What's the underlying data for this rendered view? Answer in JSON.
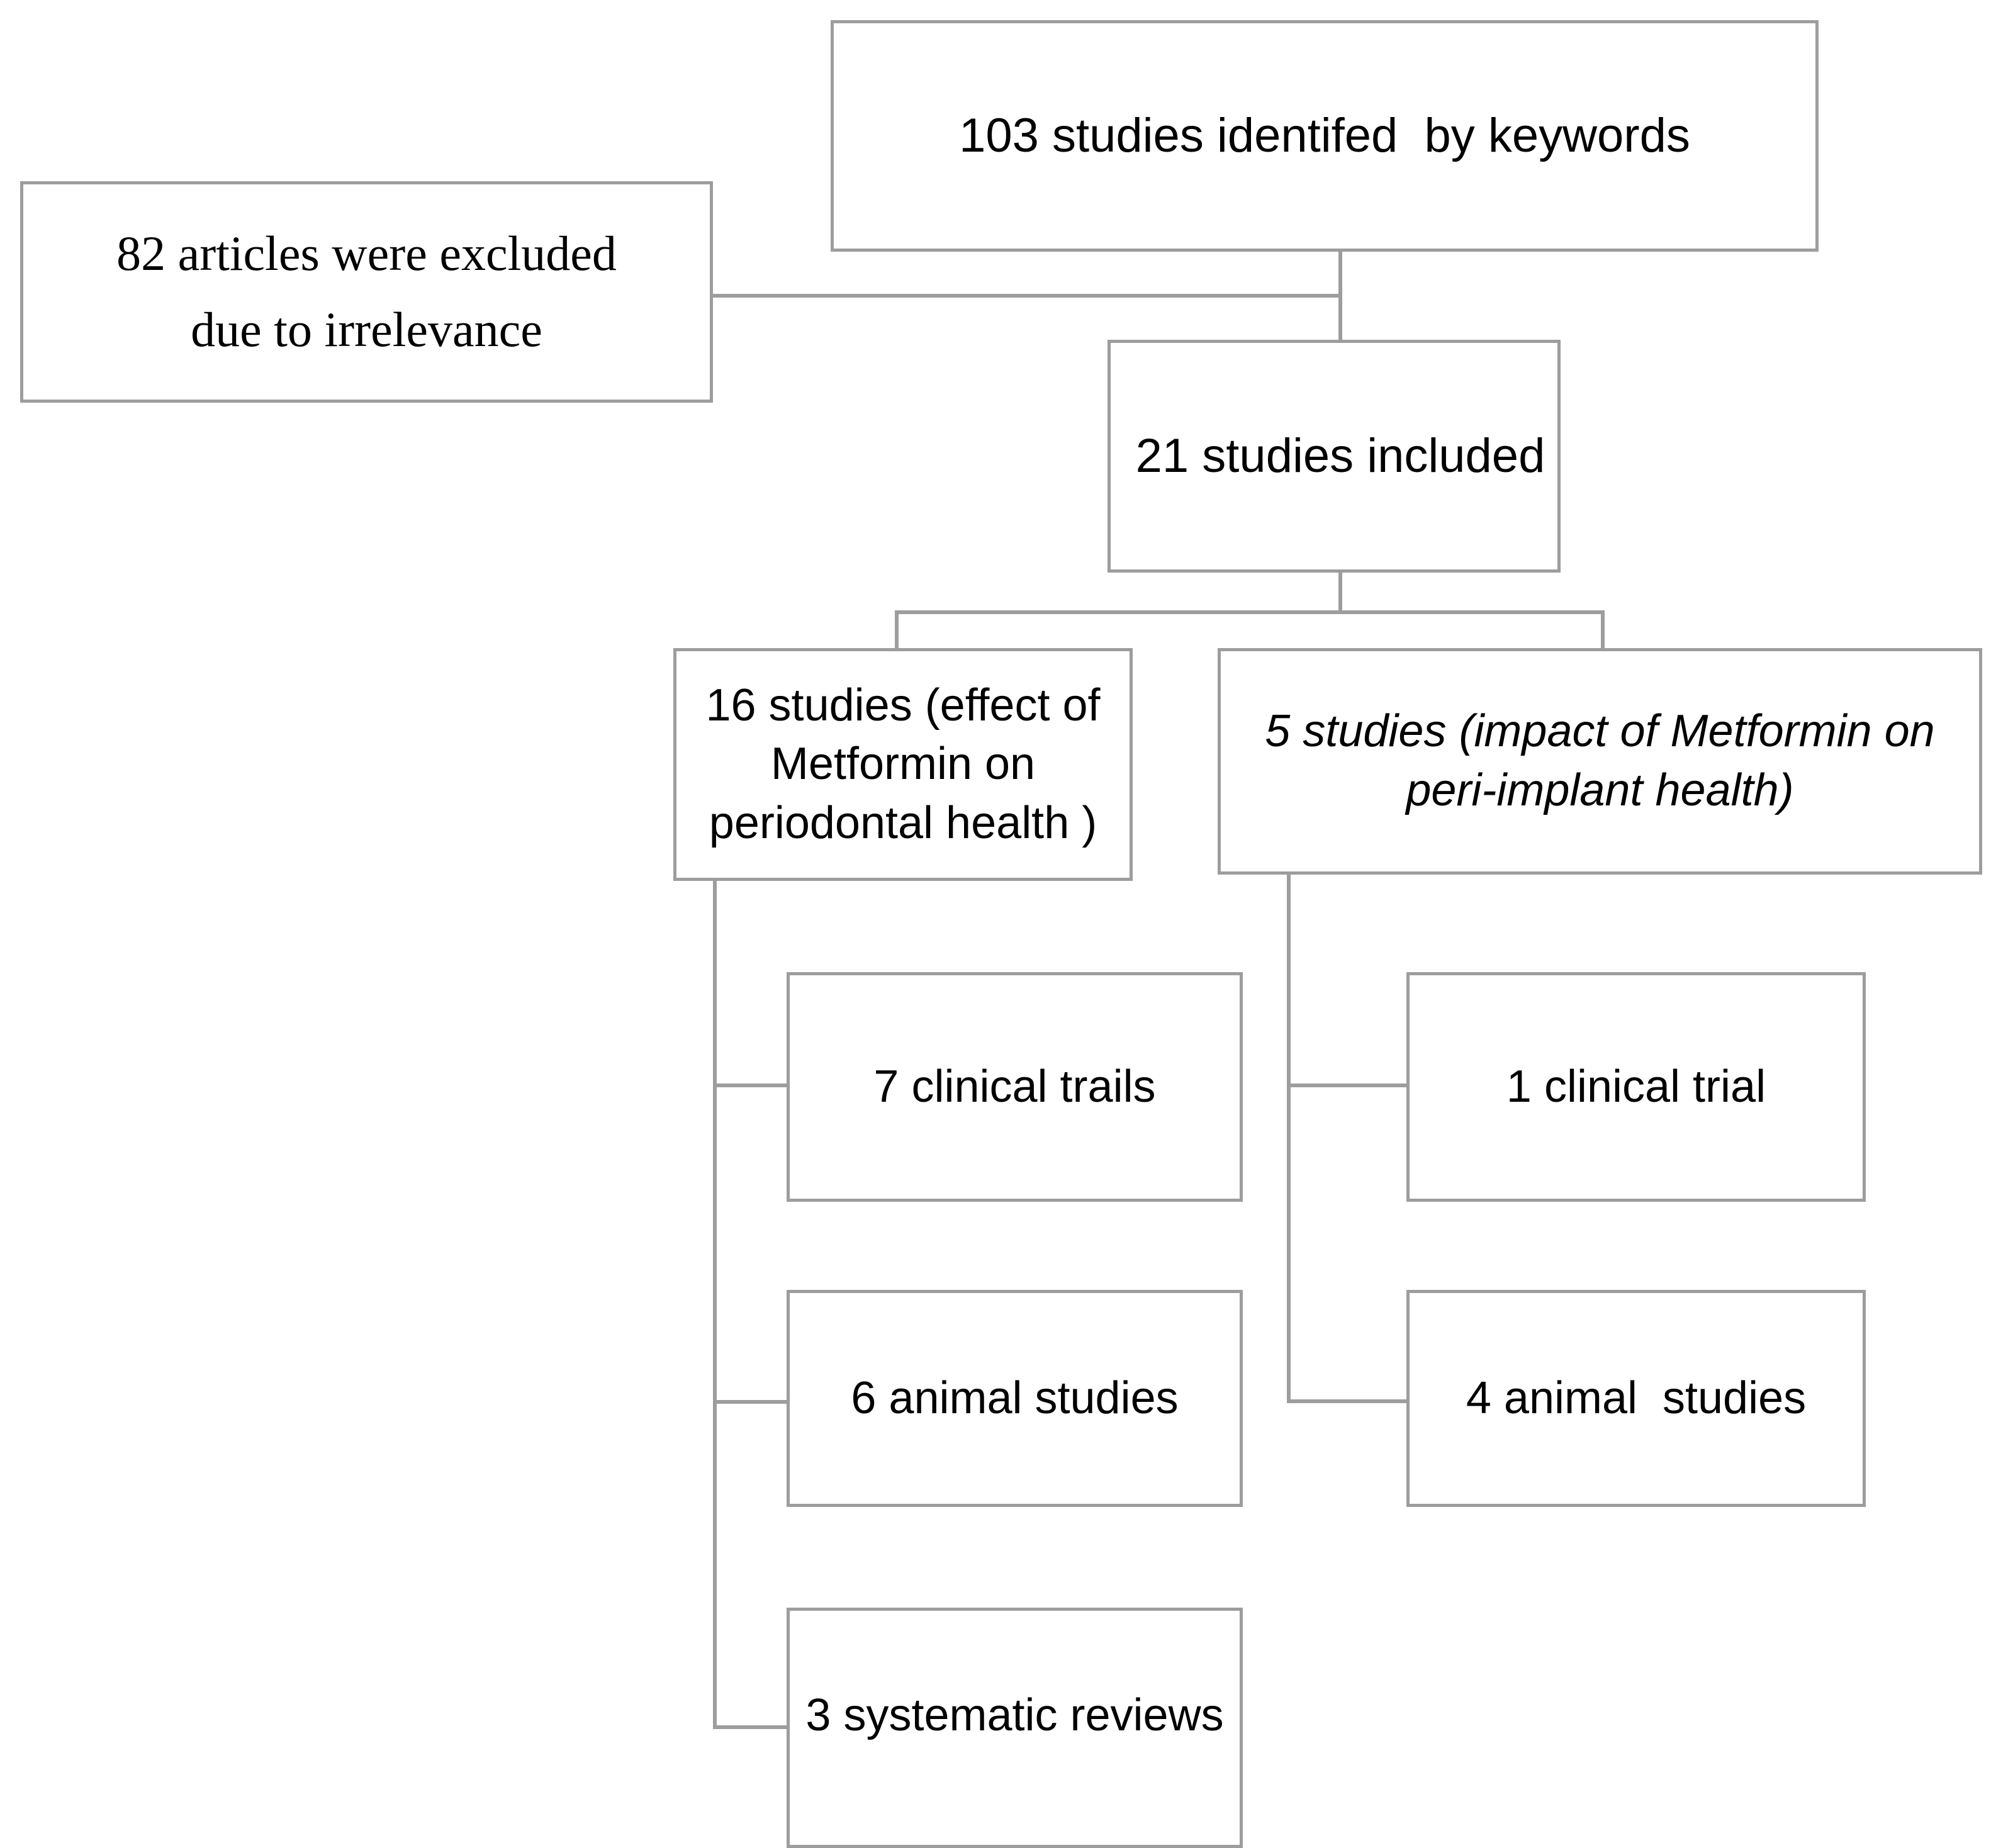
{
  "diagram": {
    "type": "flowchart",
    "title": "Study selection flowchart",
    "border_color": "#9d9d9d",
    "background_color": "#ffffff",
    "text_color": "#000000",
    "nodes": {
      "identified": "103 studies identifed  by keywords",
      "excluded": "82 articles were excluded\ndue to irrelevance",
      "included": "21 studies included",
      "periodontal": "16 studies (effect of Metformin on periodontal health )",
      "periimplant": "5 studies (impact of Metformin on peri-implant health)",
      "clinical_trials_left": "7 clinical trails",
      "clinical_trial_right": "1 clinical trial",
      "animal_left": "6 animal studies",
      "animal_right": "4 animal  studies",
      "systematic_reviews": "3 systematic reviews"
    },
    "edges": [
      {
        "from": "identified",
        "to": "included"
      },
      {
        "from": "identified",
        "to": "excluded"
      },
      {
        "from": "included",
        "to": "periodontal"
      },
      {
        "from": "included",
        "to": "periimplant"
      },
      {
        "from": "periodontal",
        "to": "clinical_trials_left"
      },
      {
        "from": "periodontal",
        "to": "animal_left"
      },
      {
        "from": "periodontal",
        "to": "systematic_reviews"
      },
      {
        "from": "periimplant",
        "to": "clinical_trial_right"
      },
      {
        "from": "periimplant",
        "to": "animal_right"
      }
    ]
  }
}
